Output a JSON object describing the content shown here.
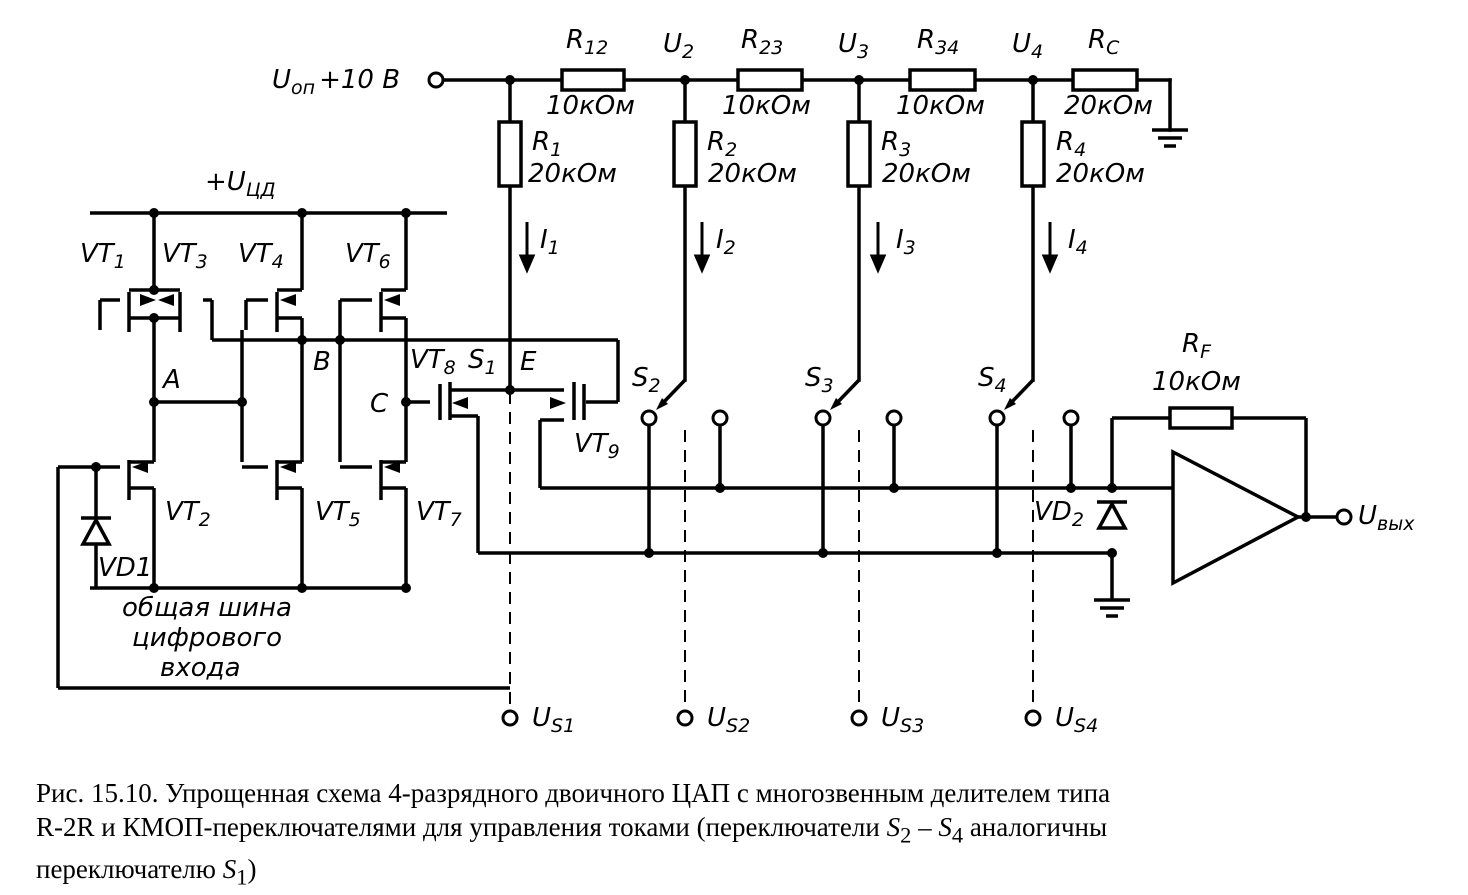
{
  "labels": {
    "vref": "U",
    "vref_sub": "оп",
    "vref_tail": "+10 В",
    "vdd": "+U",
    "vdd_sub": "ЦД",
    "u2": "U",
    "u2_sub": "2",
    "u3": "U",
    "u3_sub": "3",
    "u4": "U",
    "u4_sub": "4",
    "uout": "U",
    "uout_sub": "вых",
    "node_a": "A",
    "node_b": "B",
    "node_c": "C",
    "node_e": "E",
    "bus_line1": "общая шина",
    "bus_line2": "цифрового",
    "bus_line3": "входа"
  },
  "resistors": {
    "r12": {
      "name": "R",
      "sub": "12",
      "value": "10кОм"
    },
    "r23": {
      "name": "R",
      "sub": "23",
      "value": "10кОм"
    },
    "r34": {
      "name": "R",
      "sub": "34",
      "value": "10кОм"
    },
    "rc": {
      "name": "R",
      "sub": "C",
      "value": "20кОм"
    },
    "r1": {
      "name": "R",
      "sub": "1",
      "value": "20кОм"
    },
    "r2": {
      "name": "R",
      "sub": "2",
      "value": "20кОм"
    },
    "r3": {
      "name": "R",
      "sub": "3",
      "value": "20кОм"
    },
    "r4": {
      "name": "R",
      "sub": "4",
      "value": "20кОм"
    },
    "rf": {
      "name": "R",
      "sub": "F",
      "value": "10кОм"
    }
  },
  "currents": {
    "i1": {
      "name": "I",
      "sub": "1"
    },
    "i2": {
      "name": "I",
      "sub": "2"
    },
    "i3": {
      "name": "I",
      "sub": "3"
    },
    "i4": {
      "name": "I",
      "sub": "4"
    }
  },
  "switches": {
    "s1": {
      "name": "S",
      "sub": "1"
    },
    "s2": {
      "name": "S",
      "sub": "2"
    },
    "s3": {
      "name": "S",
      "sub": "3"
    },
    "s4": {
      "name": "S",
      "sub": "4"
    }
  },
  "control_inputs": {
    "us1": {
      "name": "U",
      "sub": "S1"
    },
    "us2": {
      "name": "U",
      "sub": "S2"
    },
    "us3": {
      "name": "U",
      "sub": "S3"
    },
    "us4": {
      "name": "U",
      "sub": "S4"
    }
  },
  "transistors": {
    "vt1": {
      "name": "VT",
      "sub": "1"
    },
    "vt2": {
      "name": "VT",
      "sub": "2"
    },
    "vt3": {
      "name": "VT",
      "sub": "3"
    },
    "vt4": {
      "name": "VT",
      "sub": "4"
    },
    "vt5": {
      "name": "VT",
      "sub": "5"
    },
    "vt6": {
      "name": "VT",
      "sub": "6"
    },
    "vt7": {
      "name": "VT",
      "sub": "7"
    },
    "vt8": {
      "name": "VT",
      "sub": "8"
    },
    "vt9": {
      "name": "VT",
      "sub": "9"
    }
  },
  "diodes": {
    "vd1": {
      "name": "VD1"
    },
    "vd2": {
      "name": "VD",
      "sub": "2"
    }
  },
  "caption": {
    "line1": "Рис. 15.10. Упрощенная схема 4-разрядного двоичного ЦАП с многозвенным делителем типа",
    "line2a": "R-2R и КМОП-переключателями для управления токами  (переключатели ",
    "s2": "S",
    "s2_sub": "2",
    "dash": " – ",
    "s4": "S",
    "s4_sub": "4",
    "line2b": " аналогичны",
    "line3a": "переключателю ",
    "s1": "S",
    "s1_sub": "1",
    "line3b": ")"
  }
}
